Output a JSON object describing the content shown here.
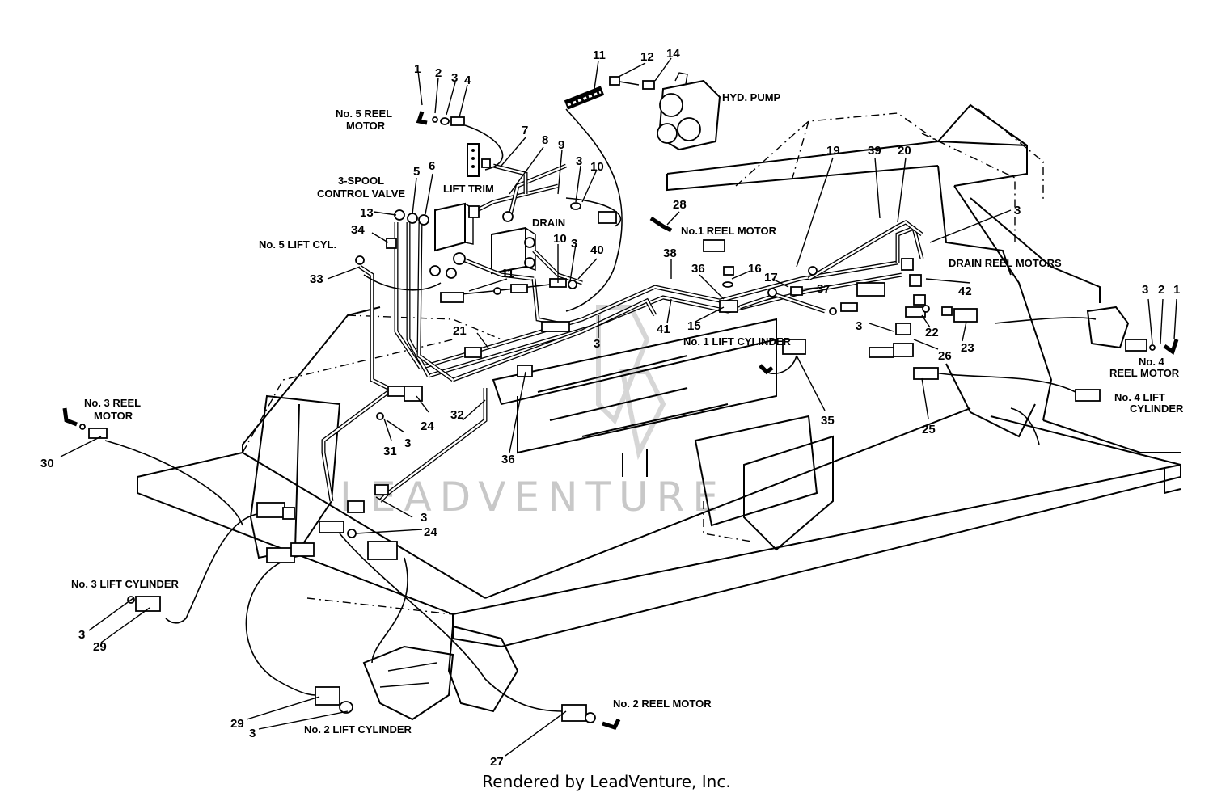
{
  "labels": {
    "no5_reel_motor_1": "No. 5 REEL",
    "no5_reel_motor_2": "MOTOR",
    "spool_valve_1": "3-SPOOL",
    "spool_valve_2": "CONTROL VALVE",
    "no5_lift_cyl": "No. 5 LIFT CYL.",
    "lift_trim": "LIFT TRIM",
    "drain": "DRAIN",
    "hyd_pump": "HYD. PUMP",
    "no1_reel_motor": "No.1 REEL MOTOR",
    "drain_reel_motors": "DRAIN REEL MOTORS",
    "no1_lift_cylinder": "No. 1 LIFT CYLINDER",
    "no4_reel_motor_1": "No. 4",
    "no4_reel_motor_2": "REEL MOTOR",
    "no4_lift_cyl_1": "No. 4 LIFT",
    "no4_lift_cyl_2": "CYLINDER",
    "no3_reel_motor_1": "No. 3 REEL",
    "no3_reel_motor_2": "MOTOR",
    "no3_lift_cylinder": "No. 3 LIFT CYLINDER",
    "no2_reel_motor": "No. 2 REEL MOTOR",
    "no2_lift_cylinder": "No. 2 LIFT CYLINDER"
  },
  "callouts": {
    "c_1a": "1",
    "c_2a": "2",
    "c_3a": "3",
    "c_4a": "4",
    "c_11a": "11",
    "c_12": "12",
    "c_14": "14",
    "c_7": "7",
    "c_8": "8",
    "c_9": "9",
    "c_3b": "3",
    "c_10a": "10",
    "c_5": "5",
    "c_6": "6",
    "c_13": "13",
    "c_34": "34",
    "c_33": "33",
    "c_28": "28",
    "c_19": "19",
    "c_39": "39",
    "c_20": "20",
    "c_3c": "3",
    "c_10b": "10",
    "c_3d": "3",
    "c_40": "40",
    "c_11b": "11",
    "c_38": "38",
    "c_36a": "36",
    "c_16": "16",
    "c_17": "17",
    "c_37": "37",
    "c_42": "42",
    "c_15": "15",
    "c_41": "41",
    "c_3e": "3",
    "c_21": "21",
    "c_3f": "3",
    "c_22": "22",
    "c_23": "23",
    "c_26": "26",
    "c_3g": "3",
    "c_2b": "2",
    "c_1b": "1",
    "c_35": "35",
    "c_25": "25",
    "c_24a": "24",
    "c_32": "32",
    "c_31": "31",
    "c_3h": "3",
    "c_36b": "36",
    "c_30": "30",
    "c_3i": "3",
    "c_24b": "24",
    "c_3j": "3",
    "c_29a": "29",
    "c_29b": "29",
    "c_3k": "3",
    "c_27": "27"
  },
  "watermark": "LEADVENTURE",
  "footer": "Rendered by LeadVenture, Inc."
}
